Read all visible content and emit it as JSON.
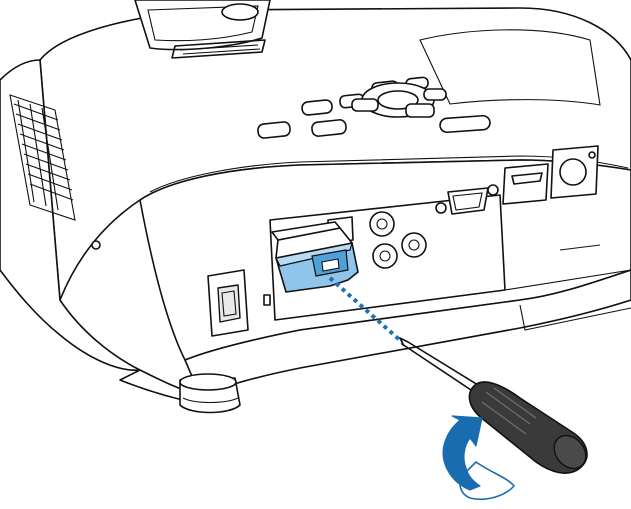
{
  "illustration": {
    "subject": "projector",
    "action": "remove-cable-cover-screw",
    "colors": {
      "outline": "#111111",
      "background": "#ffffff",
      "accent_blue": "#8fc5ea",
      "accent_blue_dark": "#1e72b3",
      "arrow_blue": "#1a6cb0",
      "screwdriver_handle": "#3a3a3a"
    },
    "icons": [
      "projector-illustration",
      "usb-cable-cover",
      "screwdriver-icon",
      "rotation-arrow-icon"
    ]
  }
}
